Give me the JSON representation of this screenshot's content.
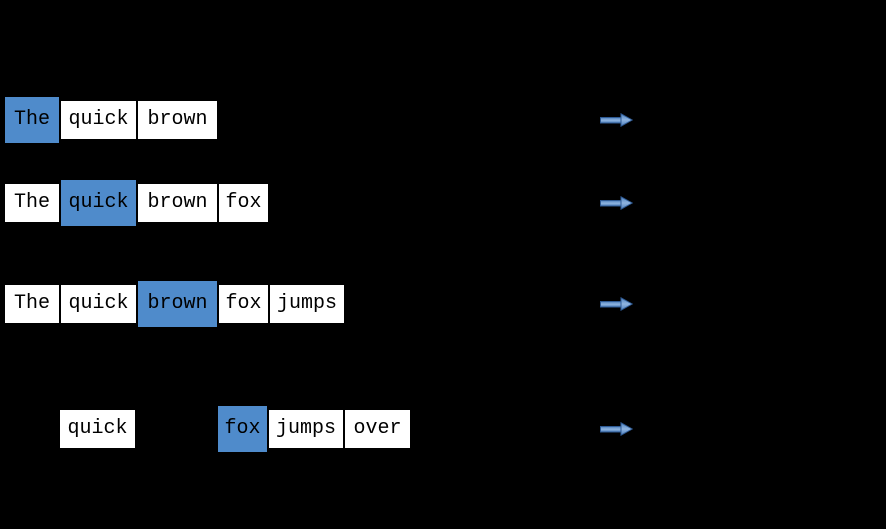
{
  "colors": {
    "background": "#000000",
    "highlight": "#4F8BCB",
    "box_fill": "#FFFFFF",
    "box_text": "#000000",
    "arrow_fill_light": "#8FB4E0",
    "arrow_fill_dark": "#4F81BD",
    "arrow_stroke": "#2E5A94"
  },
  "icons": {
    "arrow": "right-block-arrow"
  },
  "rows": [
    {
      "cells": [
        {
          "text": "The",
          "highlighted": true
        },
        {
          "text": "quick",
          "highlighted": false
        },
        {
          "text": "brown",
          "highlighted": false
        }
      ]
    },
    {
      "cells": [
        {
          "text": "The",
          "highlighted": false
        },
        {
          "text": "quick",
          "highlighted": true
        },
        {
          "text": "brown",
          "highlighted": false
        },
        {
          "text": "fox",
          "highlighted": false
        }
      ]
    },
    {
      "cells": [
        {
          "text": "The",
          "highlighted": false
        },
        {
          "text": "quick",
          "highlighted": false
        },
        {
          "text": "brown",
          "highlighted": true
        },
        {
          "text": "fox",
          "highlighted": false
        },
        {
          "text": "jumps",
          "highlighted": false
        }
      ]
    },
    {
      "cells": [
        {
          "text": "quick",
          "highlighted": false
        },
        {
          "text": "fox",
          "highlighted": true,
          "gap_before": true
        },
        {
          "text": "jumps",
          "highlighted": false
        },
        {
          "text": "over",
          "highlighted": false
        }
      ]
    }
  ],
  "arrows": {
    "count": 4
  }
}
